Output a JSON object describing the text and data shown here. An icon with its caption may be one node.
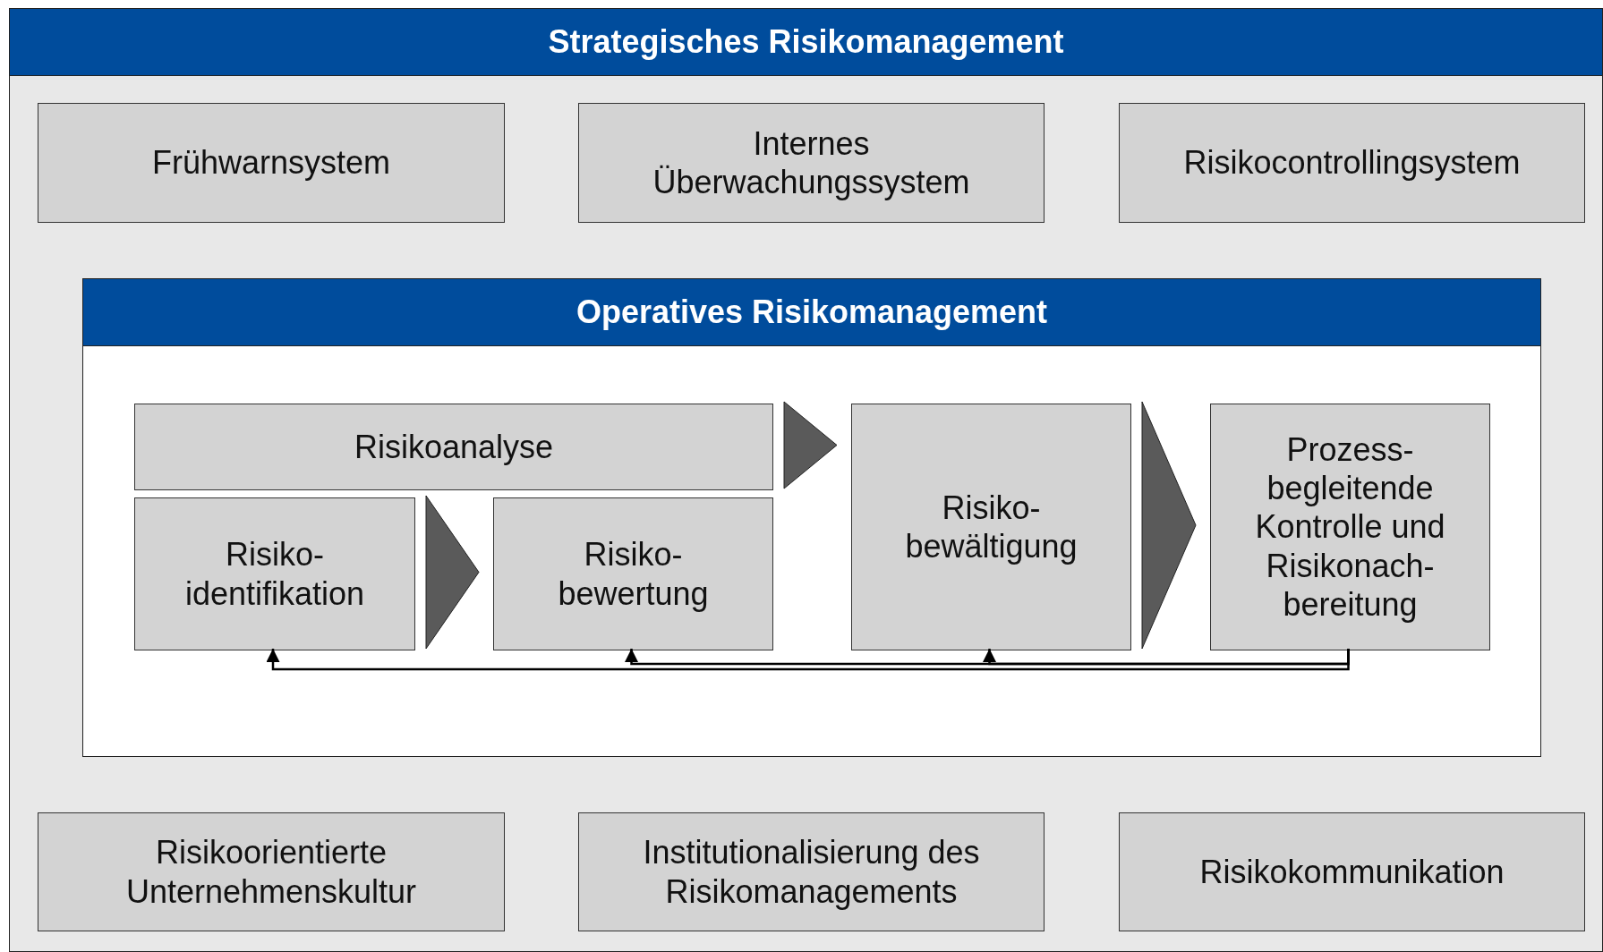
{
  "diagram": {
    "nodes": [
      {
        "text": [
          "Strategisches Risikomanagement"
        ]
      },
      {
        "text": [
          "Frühwarnsystem"
        ],
        "in": 0
      },
      {
        "text": [
          "Internes Überwachungssystem"
        ],
        "in": 0
      },
      {
        "text": [
          "Risikocontrollingsystem"
        ],
        "in": 0
      },
      {
        "text": [
          "Operatives Risikomanagement"
        ],
        "in": 0
      },
      {
        "text": [
          "Risikoanalyse"
        ],
        "in": 4
      },
      {
        "text": [
          "Risiko- identifikation"
        ],
        "in": 4
      },
      {
        "text": [
          "Risiko- bewertung"
        ],
        "in": 4
      },
      {
        "text": [
          "Risiko- bewältigung"
        ],
        "in": 4
      },
      {
        "text": [
          "Prozess- begleitende Kontrolle und Risikonach- bereitung"
        ],
        "in": 4
      },
      {
        "text": [
          "Risikoorientierte Unternehmenskultur"
        ],
        "in": 0
      },
      {
        "text": [
          "Institutionalisierung des Risikomanagements"
        ],
        "in": 0
      },
      {
        "text": [
          "Risikokommunikation"
        ],
        "in": 0
      }
    ],
    "edges": [
      {
        "from": 6,
        "to": 7,
        "arrow": "to",
        "style": "thick",
        "color": "#5a5a5a"
      },
      {
        "from": 5,
        "to": 8,
        "arrow": "to",
        "style": "thick",
        "color": "#5a5a5a"
      },
      {
        "from": 8,
        "to": 9,
        "arrow": "to",
        "style": "thick",
        "color": "#5a5a5a"
      },
      {
        "from": 9,
        "to": 6,
        "arrow": "to"
      },
      {
        "from": 9,
        "to": 7,
        "arrow": "to"
      },
      {
        "from": 9,
        "to": 8,
        "arrow": "to"
      }
    ]
  }
}
